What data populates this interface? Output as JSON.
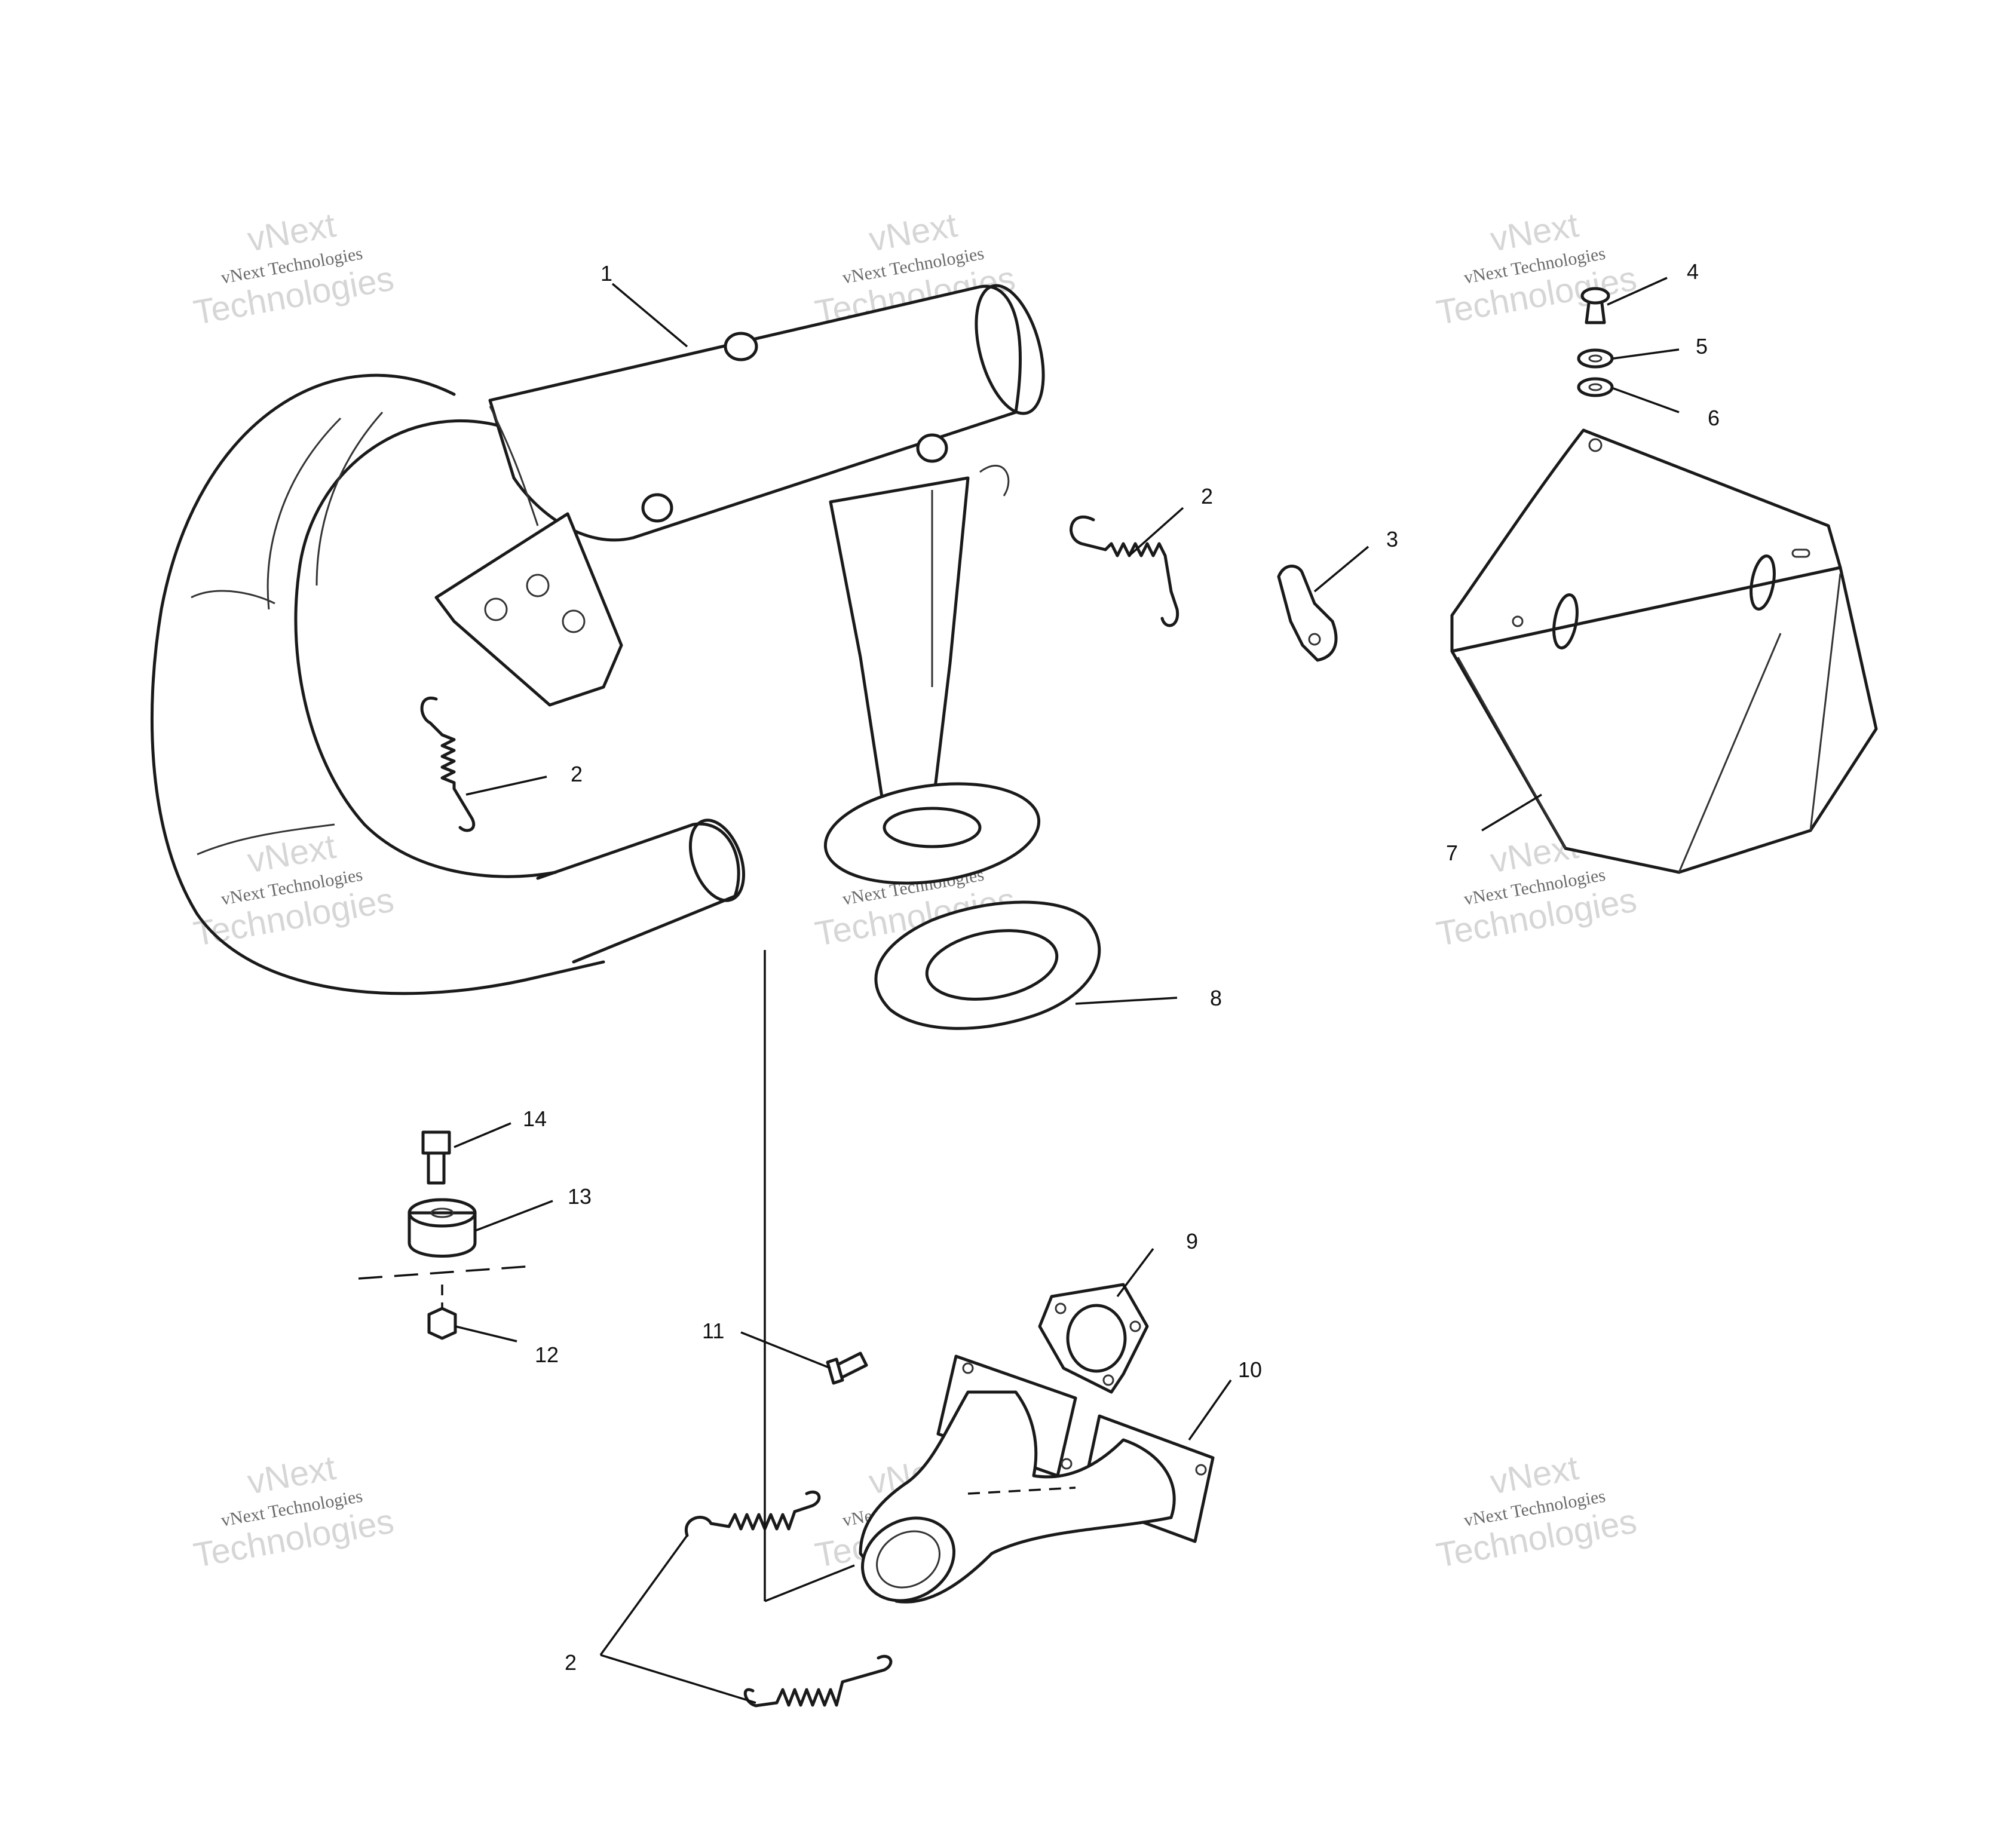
{
  "diagram": {
    "callouts": [
      "1",
      "2",
      "3",
      "4",
      "5",
      "6",
      "7",
      "8",
      "9",
      "10",
      "11",
      "12",
      "13",
      "14"
    ],
    "watermark_lines": [
      "vNext",
      "vNext Technologies",
      "Technologies"
    ]
  }
}
